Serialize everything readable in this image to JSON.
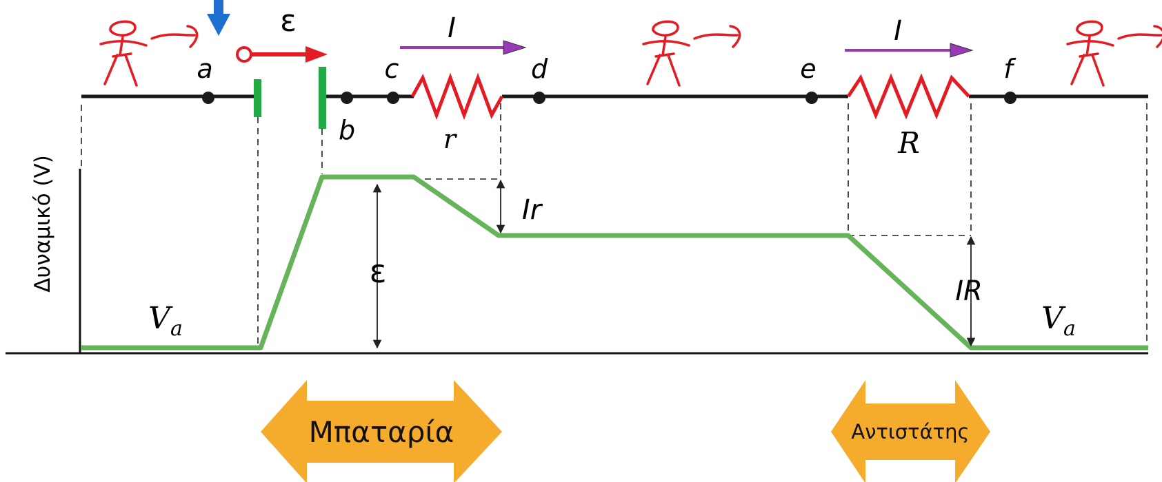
{
  "colors": {
    "wire": "#1a1a1a",
    "battery_plate": "#22aa44",
    "resistor": "#e31b23",
    "potential_curve": "#66b45a",
    "current_arrow": "#9a39b8",
    "emf_arrow": "#e31b23",
    "walker": "#e31b23",
    "input_arrow": "#1f6fd1",
    "region_arrow": "#f5ab2c"
  },
  "icons": {
    "walker": "stick-figure-walking-icon",
    "entry_marker": "down-arrow-icon"
  },
  "circuit": {
    "points": [
      "a",
      "b",
      "c",
      "d",
      "e",
      "f"
    ],
    "emf_label": "ε",
    "current_label": "I",
    "internal_resistor_label": "r",
    "load_resistor_label": "R"
  },
  "graph": {
    "y_axis_label": "Δυναμικό (V)",
    "start_potential": "V",
    "start_potential_sub": "a",
    "end_potential": "V",
    "end_potential_sub": "a",
    "emf_rise_label": "ε",
    "internal_drop_label": "Ir",
    "load_drop_label": "IR"
  },
  "regions": {
    "battery": "Μπαταρία",
    "resistor": "Αντιστάτης"
  }
}
